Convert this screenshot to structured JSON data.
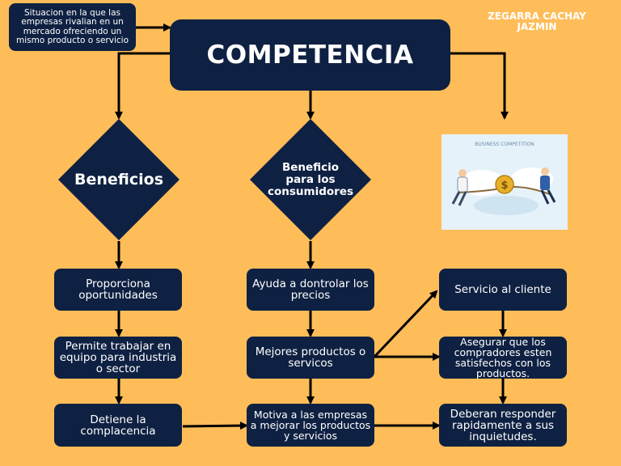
{
  "author": {
    "line1": "ZEGARRA CACHAY",
    "line2": "JAZMIN"
  },
  "note": "Situacion en la que las empresas rivalian en un mercado ofreciendo un mismo producto o servicio",
  "title": "COMPETENCIA",
  "diamonds": {
    "beneficios": "Beneficios",
    "consumidores": "Beneficio para los consumidores"
  },
  "illustration": {
    "caption": "BUSINESS COMPETITION"
  },
  "left_column": [
    "Proporciona oportunidades",
    "Permite trabajar en equipo para industria o sector",
    "Detiene la complacencia"
  ],
  "middle_column": [
    "Ayuda a dontrolar los precios",
    "Mejores productos o servicos",
    "Motiva a las empresas a mejorar los productos y servicios"
  ],
  "right_column": [
    "Servicio al cliente",
    "Asegurar que los compradores esten satisfechos con los productos.",
    "Deberan responder rapidamente a sus inquietudes."
  ],
  "colors": {
    "background": "#ffbd59",
    "box": "#0f2142",
    "text": "#ffffff",
    "arrow": "#000000"
  }
}
